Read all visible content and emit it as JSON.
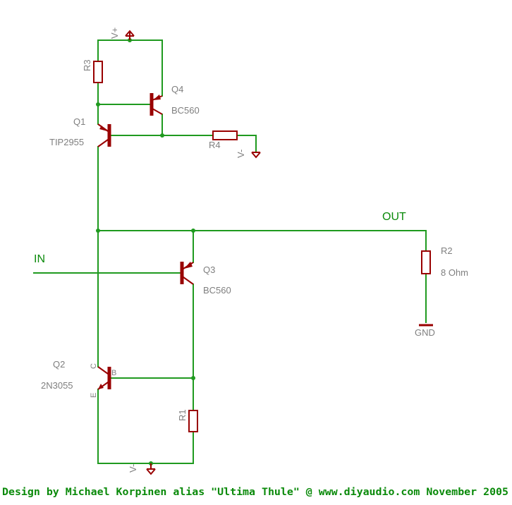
{
  "components": {
    "r1": {
      "ref": "R1"
    },
    "r2": {
      "ref": "R2",
      "value": "8 Ohm"
    },
    "r3": {
      "ref": "R3"
    },
    "r4": {
      "ref": "R4"
    },
    "q1": {
      "ref": "Q1",
      "value": "TIP2955"
    },
    "q2": {
      "ref": "Q2",
      "value": "2N3055",
      "pin_c": "C",
      "pin_b": "B",
      "pin_e": "E"
    },
    "q3": {
      "ref": "Q3",
      "value": "BC560"
    },
    "q4": {
      "ref": "Q4",
      "value": "BC560"
    }
  },
  "nets": {
    "in": "IN",
    "out": "OUT",
    "vplus": "V+",
    "vminus_top": "V-",
    "vminus_bottom": "V-",
    "gnd": "GND"
  },
  "footer": "Design by Michael Korpinen alias \"Ultima Thule\" @ www.diyaudio.com November 2005"
}
